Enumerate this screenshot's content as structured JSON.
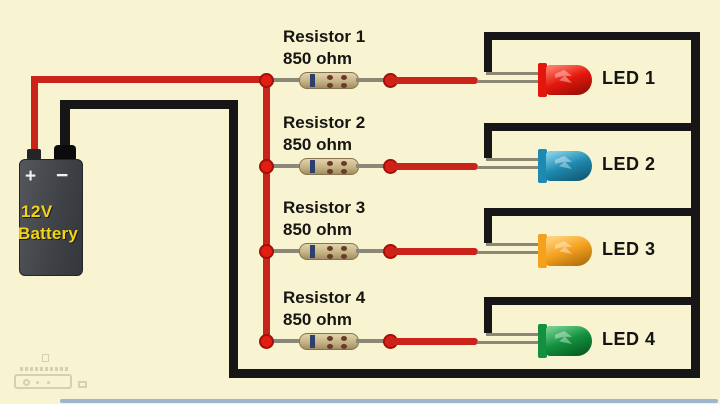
{
  "colors": {
    "background": "#f8f4d1",
    "wire_positive": "#c9231a",
    "wire_negative": "#161616",
    "component_lead": "#8b8877",
    "junction_dot": "#e41d12",
    "resistor_body": "#c6b486",
    "resistor_band_navy": "#2c3f6d",
    "resistor_band_brown": "#6a3a2a",
    "label_text": "#171513",
    "battery_label": "#f2d414"
  },
  "battery": {
    "voltage": "12V",
    "name": "Battery",
    "plus": "+",
    "minus": "−"
  },
  "rows": [
    {
      "resistor_name": "Resistor 1",
      "resistor_value": "850 ohm",
      "led_label": "LED 1",
      "led": {
        "name": "red",
        "color": "#e3170d",
        "light": "#ff7a66",
        "dark": "#8f0d05"
      }
    },
    {
      "resistor_name": "Resistor 2",
      "resistor_value": "850 ohm",
      "led_label": "LED 2",
      "led": {
        "name": "blue",
        "color": "#1f8ab1",
        "light": "#7fd0e8",
        "dark": "#11536d"
      }
    },
    {
      "resistor_name": "Resistor 3",
      "resistor_value": "850 ohm",
      "led_label": "LED 3",
      "led": {
        "name": "orange",
        "color": "#f4a11e",
        "light": "#ffd27a",
        "dark": "#a96a0d"
      }
    },
    {
      "resistor_name": "Resistor 4",
      "resistor_value": "850 ohm",
      "led_label": "LED 4",
      "led": {
        "name": "green",
        "color": "#13913f",
        "light": "#6fce8e",
        "dark": "#07561f"
      }
    }
  ]
}
